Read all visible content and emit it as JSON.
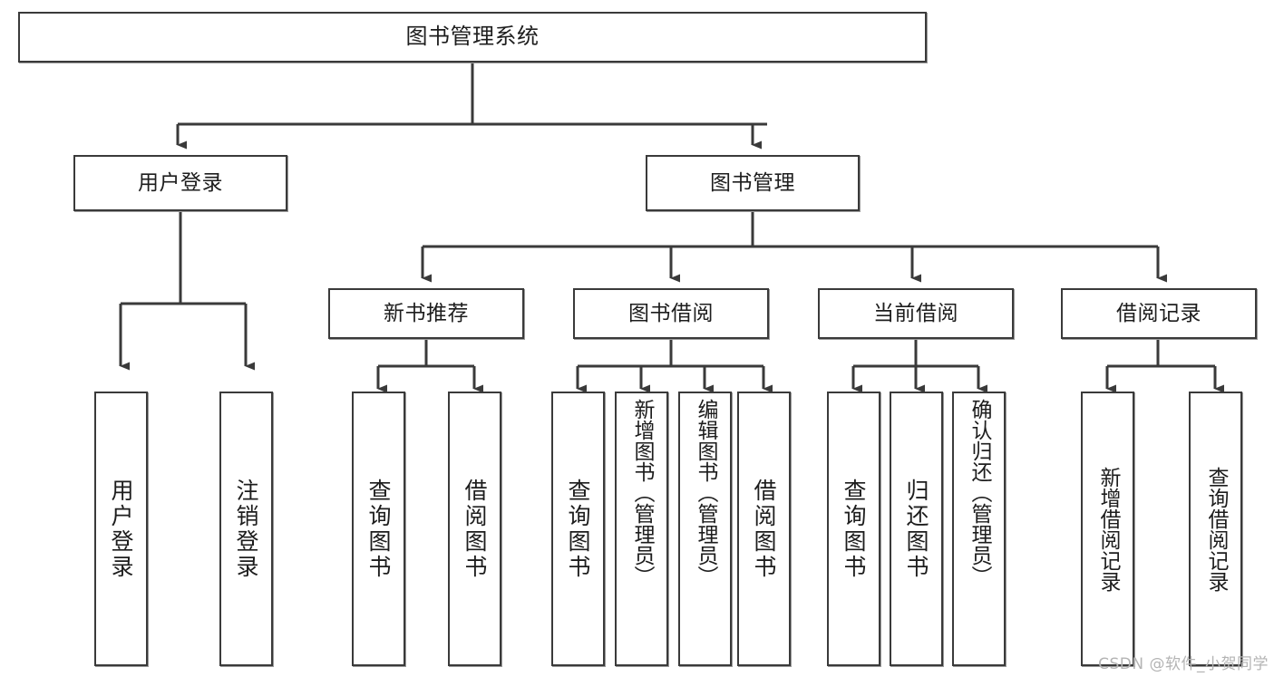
{
  "diagram": {
    "type": "tree",
    "title": "图书管理系统",
    "orientation": "top-down",
    "colors": {
      "stroke": "#3a3a3a",
      "fill": "#ffffff",
      "text": "#1d1d1d",
      "shadow": "#9a9a9a",
      "watermark": "#b4b4b4"
    },
    "nodes": {
      "root": {
        "label": "图书管理系统"
      },
      "level2": [
        {
          "label": "用户登录"
        },
        {
          "label": "图书管理"
        }
      ],
      "level3": [
        {
          "label": "新书推荐"
        },
        {
          "label": "图书借阅"
        },
        {
          "label": "当前借阅"
        },
        {
          "label": "借阅记录"
        }
      ],
      "leaves": {
        "user_login": [
          {
            "label": "用户登录"
          },
          {
            "label": "注销登录"
          }
        ],
        "new_book": [
          {
            "label": "查询图书"
          },
          {
            "label": "借阅图书"
          }
        ],
        "borrow": [
          {
            "label": "查询图书"
          },
          {
            "label": "新增图书（管理员）"
          },
          {
            "label": "编辑图书（管理员）"
          },
          {
            "label": "借阅图书"
          }
        ],
        "current": [
          {
            "label": "查询图书"
          },
          {
            "label": "归还图书"
          },
          {
            "label": "确认归还（管理员）"
          }
        ],
        "records": [
          {
            "label": "新增借阅记录"
          },
          {
            "label": "查询借阅记录"
          }
        ]
      }
    },
    "edges": [
      {
        "from": "图书管理系统",
        "to": "用户登录"
      },
      {
        "from": "图书管理系统",
        "to": "图书管理"
      },
      {
        "from": "用户登录",
        "to": "用户登录"
      },
      {
        "from": "用户登录",
        "to": "注销登录"
      },
      {
        "from": "图书管理",
        "to": "新书推荐"
      },
      {
        "from": "图书管理",
        "to": "图书借阅"
      },
      {
        "from": "图书管理",
        "to": "当前借阅"
      },
      {
        "from": "图书管理",
        "to": "借阅记录"
      },
      {
        "from": "新书推荐",
        "to": "查询图书"
      },
      {
        "from": "新书推荐",
        "to": "借阅图书"
      },
      {
        "from": "图书借阅",
        "to": "查询图书"
      },
      {
        "from": "图书借阅",
        "to": "新增图书（管理员）"
      },
      {
        "from": "图书借阅",
        "to": "编辑图书（管理员）"
      },
      {
        "from": "图书借阅",
        "to": "借阅图书"
      },
      {
        "from": "当前借阅",
        "to": "查询图书"
      },
      {
        "from": "当前借阅",
        "to": "归还图书"
      },
      {
        "from": "当前借阅",
        "to": "确认归还（管理员）"
      },
      {
        "from": "借阅记录",
        "to": "新增借阅记录"
      },
      {
        "from": "借阅记录",
        "to": "查询借阅记录"
      }
    ]
  },
  "watermark": {
    "text": "CSDN @软件_小贺同学"
  }
}
